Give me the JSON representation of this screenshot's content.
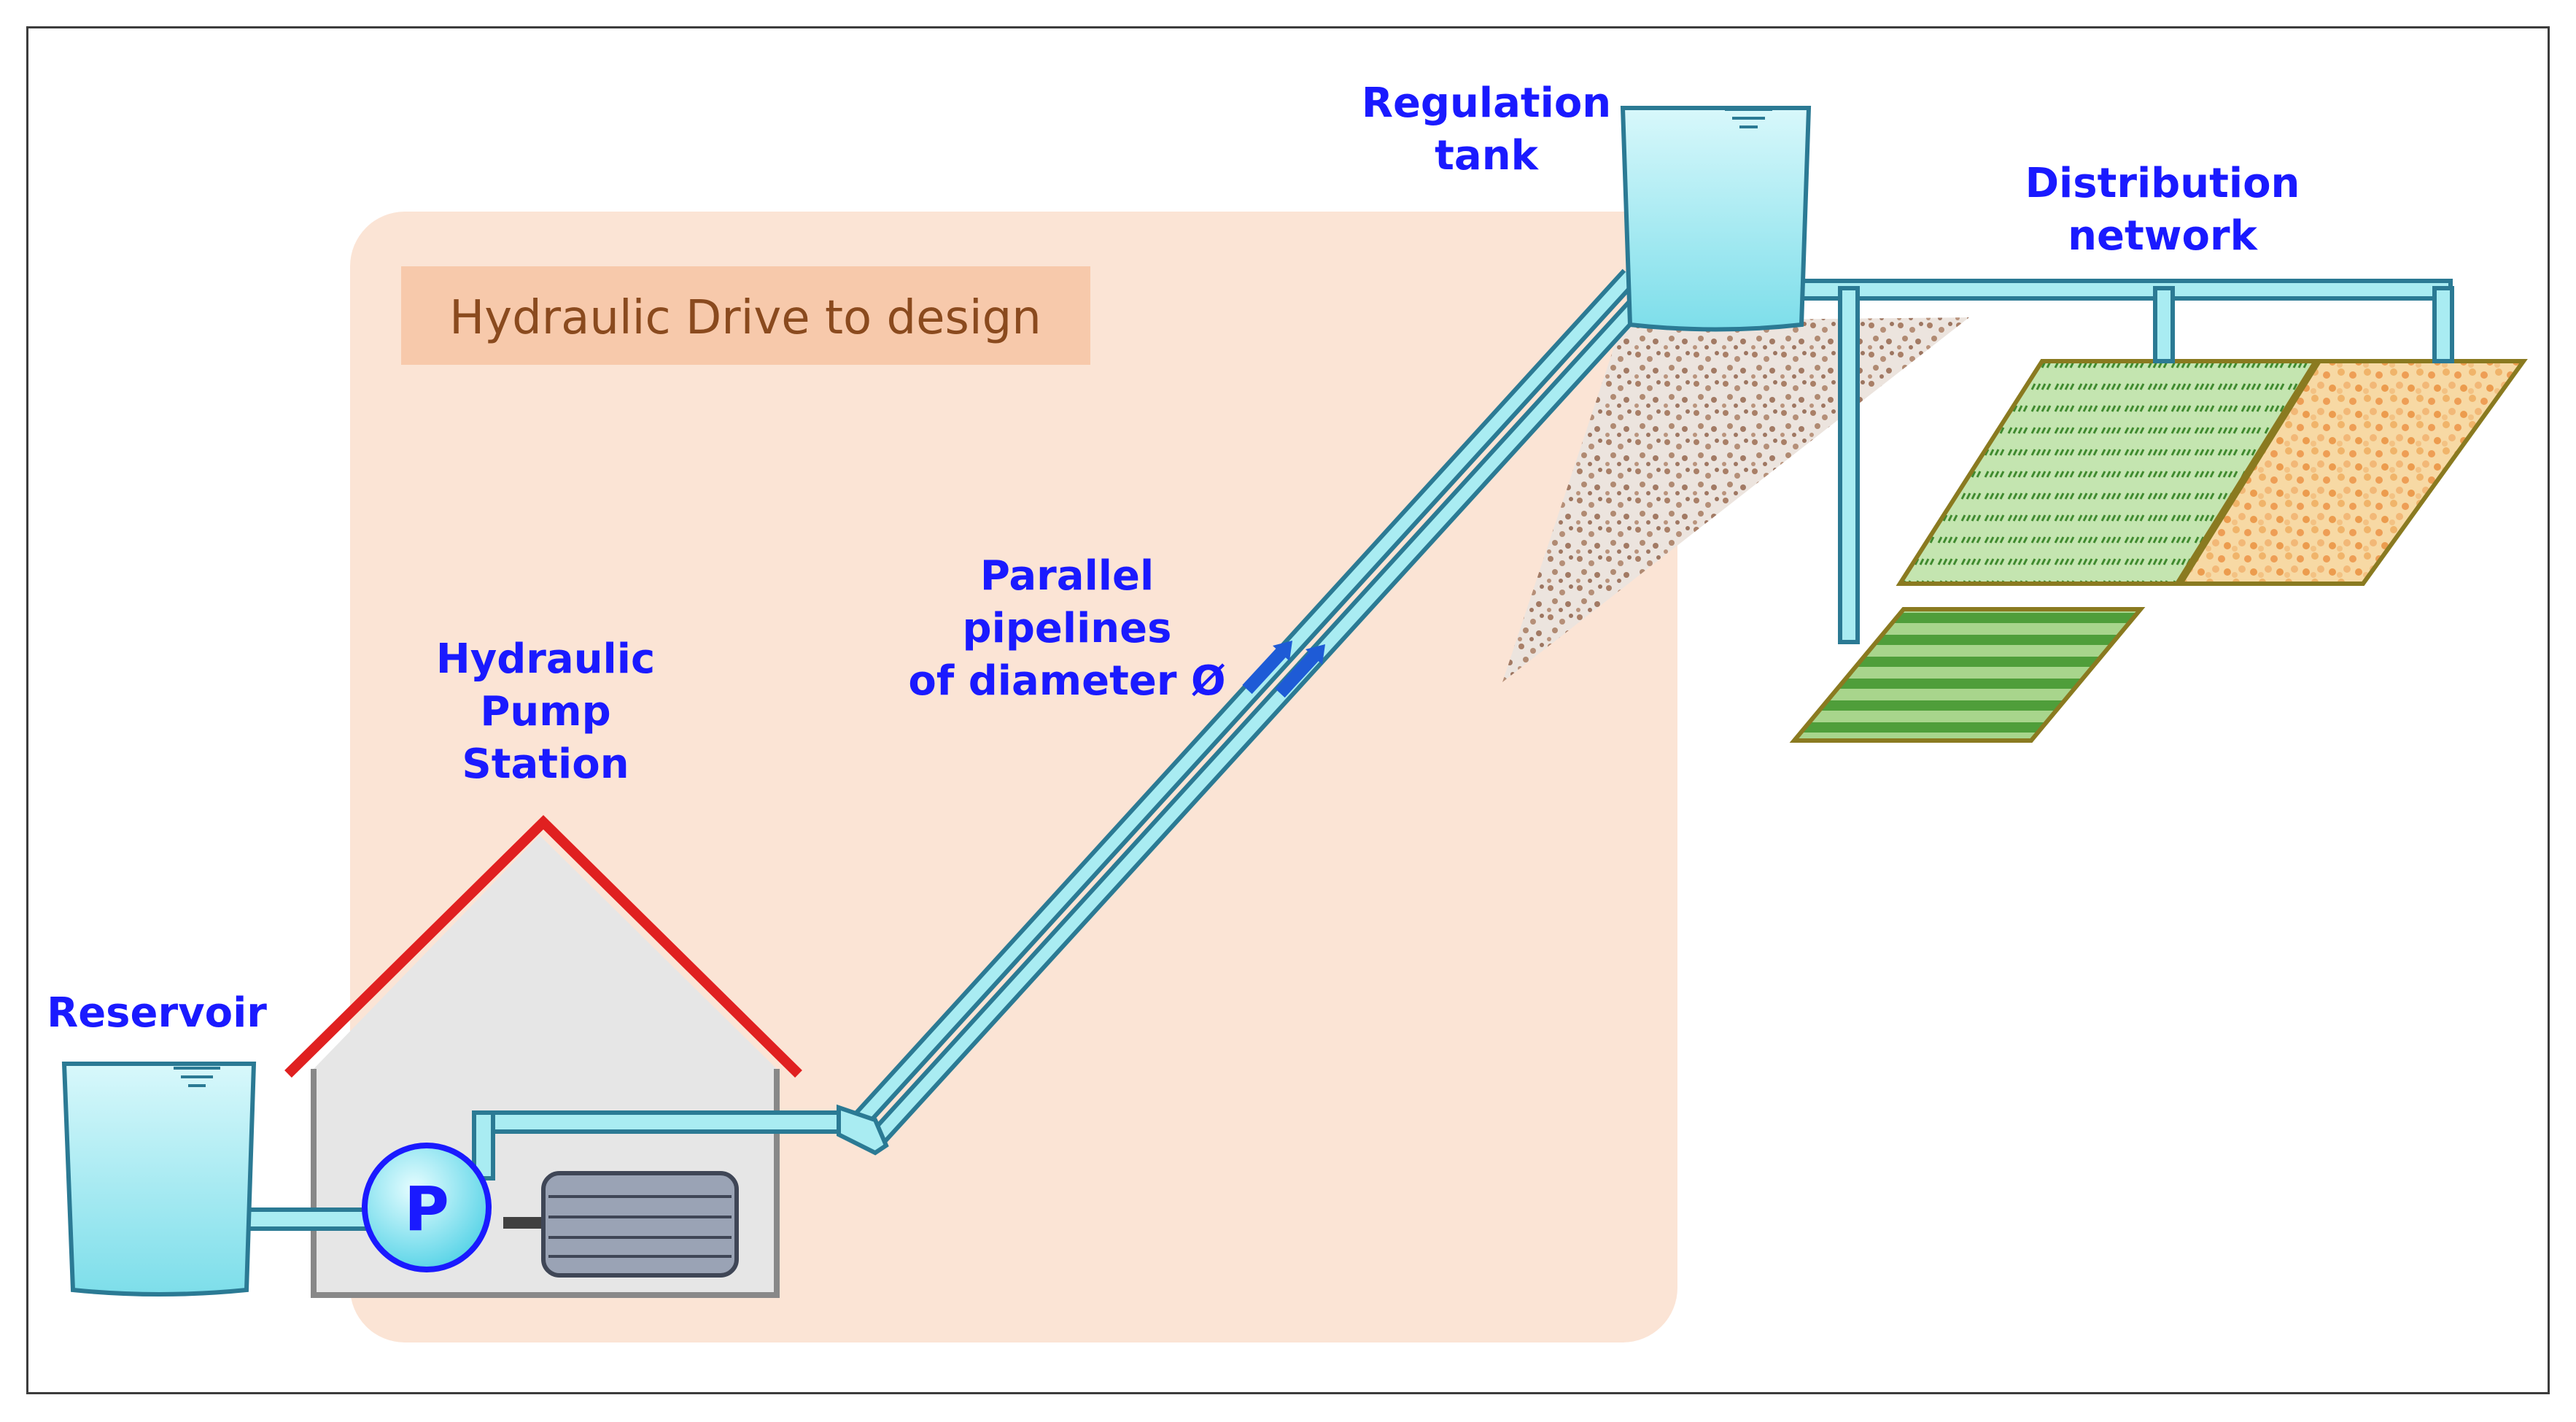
{
  "title": "Hydraulic Drive to design",
  "labels": {
    "reservoir": "Reservoir",
    "pump_station": [
      "Hydraulic",
      "Pump",
      "Station"
    ],
    "pipelines": [
      "Parallel",
      "pipelines",
      "of diameter Ø"
    ],
    "regulation_tank": [
      "Regulation",
      "tank"
    ],
    "distribution_network": [
      "Distribution",
      "network"
    ]
  },
  "pump_letter": "P",
  "colors": {
    "design_zone": "#fbe4d5",
    "title_box": "#f7c9ab",
    "water": "#a9ecf2",
    "pipe_outline": "#2b7a94",
    "roof": "#e02020",
    "label": "#1a1aff",
    "house": "#e6e6e6",
    "motor": "#9aa3b5"
  },
  "icons": [
    "water-level-icon",
    "flow-arrow-icon",
    "pump-icon",
    "motor-icon",
    "field-icon"
  ]
}
